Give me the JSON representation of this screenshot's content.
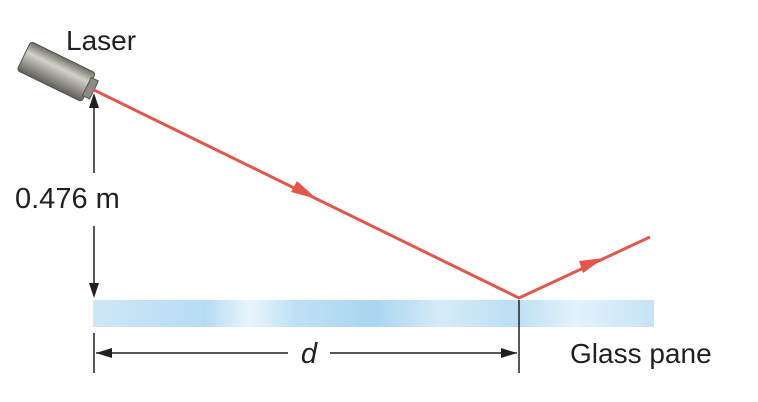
{
  "labels": {
    "laser": "Laser",
    "height": "0.476 m",
    "distance": "d",
    "glass": "Glass pane"
  },
  "colors": {
    "beam": "#e2574c",
    "glass_light": "#d8ecf8",
    "glass_mid": "#b5dbf2",
    "laser_body": "#8e8d86",
    "dimension_line": "#231f20"
  }
}
